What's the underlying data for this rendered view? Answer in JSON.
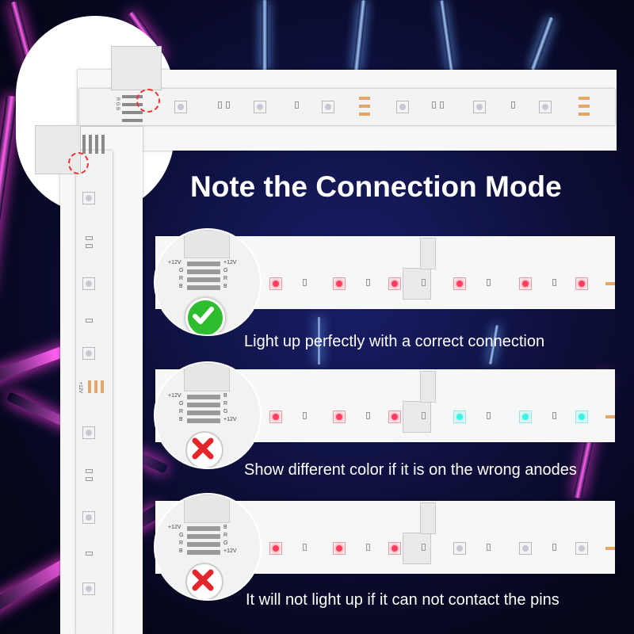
{
  "title": "Note the Connection Mode",
  "pin_labels": {
    "plus12v": "+12V",
    "g": "G",
    "r": "R",
    "b": "B",
    "rev_plus12v": "+12V",
    "rev_b": "B"
  },
  "strip_labels": {
    "top_corner_pins": "R G B",
    "pad_label": "+12V"
  },
  "panels": [
    {
      "caption": "Light up perfectly with a correct connection",
      "status": "correct",
      "status_icon": "check-icon",
      "led_colors": [
        "red",
        "red",
        "red",
        "red",
        "red",
        "red"
      ]
    },
    {
      "caption": "Show different color if it is on the wrong anodes",
      "status": "wrong",
      "status_icon": "cross-icon",
      "led_colors": [
        "red",
        "red",
        "red",
        "cyan",
        "cyan",
        "cyan"
      ]
    },
    {
      "caption": "It will not light up if it can not contact the pins",
      "status": "wrong",
      "status_icon": "cross-icon",
      "led_colors": [
        "red",
        "red",
        "red",
        "off",
        "off",
        "off"
      ]
    }
  ],
  "colors": {
    "led_red": "#ff3d5e",
    "led_cyan": "#39f3e8",
    "check_green": "#2ebd2e",
    "cross_red": "#e3262b",
    "neon_pink": "#ff5cf0"
  }
}
